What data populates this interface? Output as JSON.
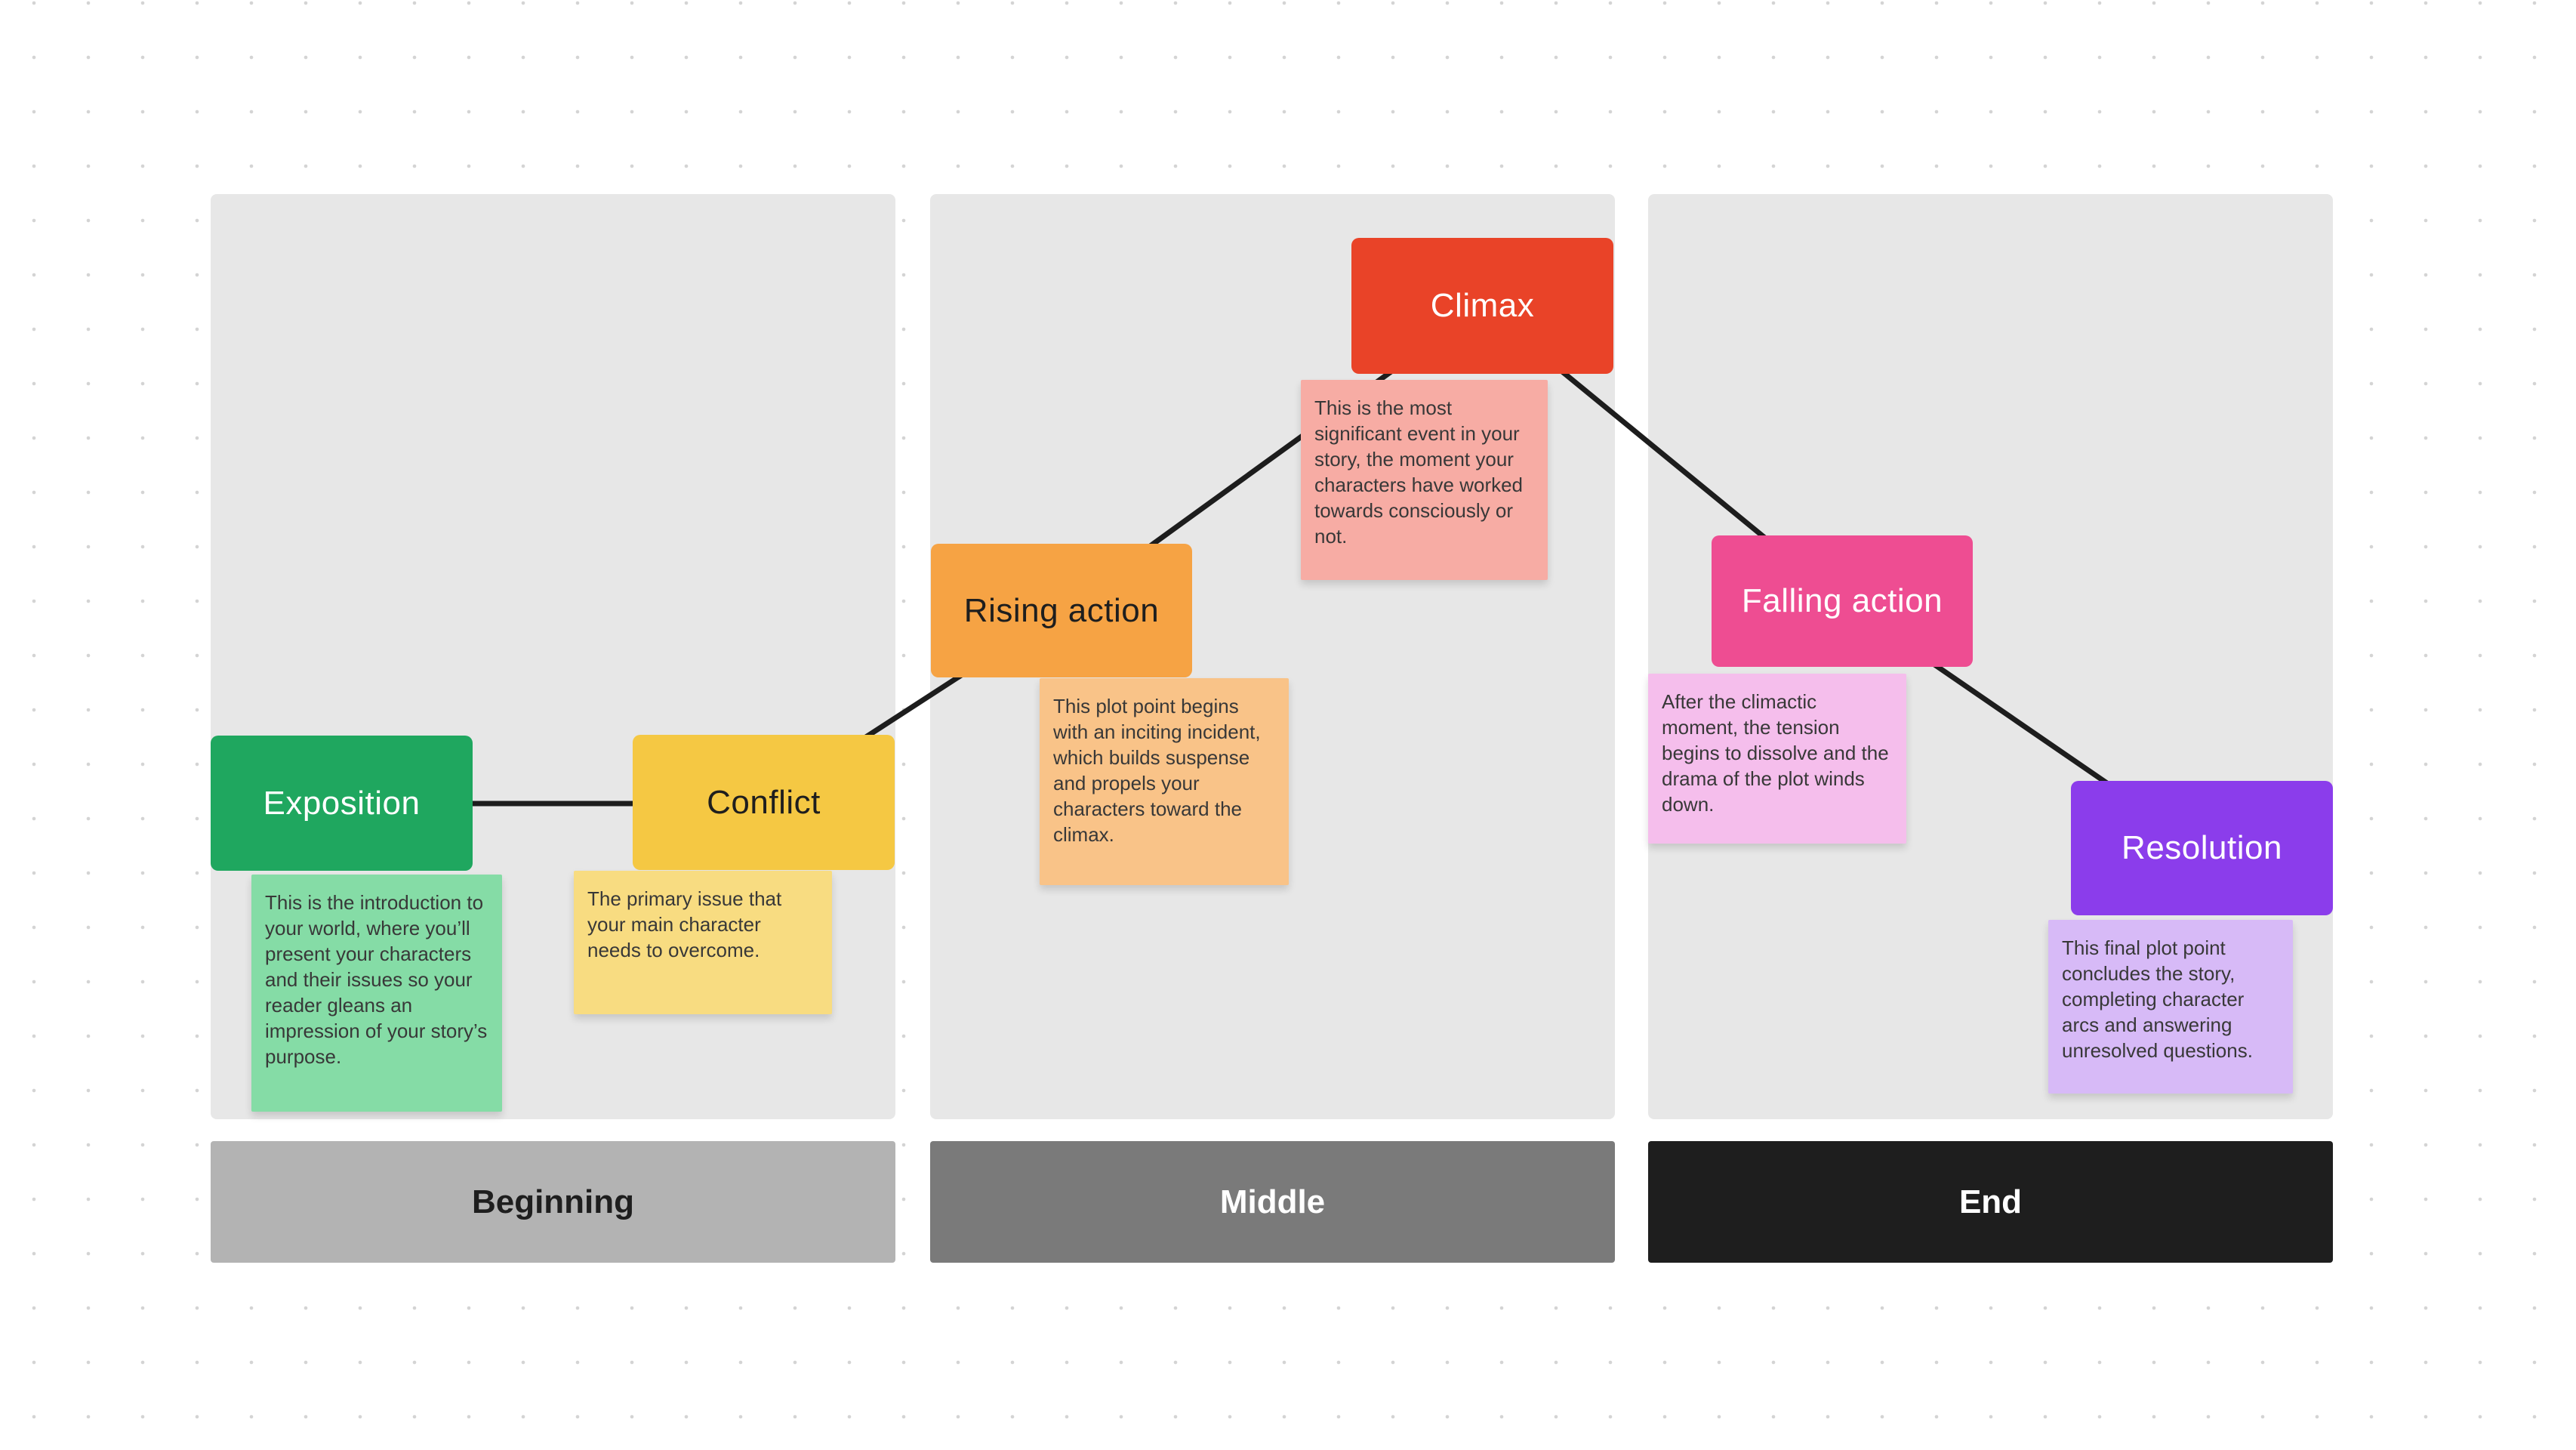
{
  "board": {
    "background_color": "#FFFFFF",
    "column_color": "#E7E7E7",
    "grid_dot_color": "#D4D4D4",
    "connector_color": "#1D1D1D"
  },
  "canvas": {
    "sections": [
      {
        "label": "Beginning",
        "bar_color": "#B3B3B3",
        "text_color": "#1E1E1E"
      },
      {
        "label": "Middle",
        "bar_color": "#7A7A7A",
        "text_color": "#FFFFFF"
      },
      {
        "label": "End",
        "bar_color": "#1E1E1E",
        "text_color": "#FFFFFF"
      }
    ],
    "nodes": [
      {
        "title": "Exposition",
        "note": "This is the introduction to your world, where you’ll present your characters and their issues so your reader gleans an impression of your story’s purpose.",
        "box_color": "#1FA75F",
        "box_text_color": "#FFFFFF",
        "sticky_color": "#85DCA6"
      },
      {
        "title": "Conflict",
        "note": "The primary issue that your main character needs to overcome.",
        "box_color": "#F5C843",
        "box_text_color": "#1E1E1E",
        "sticky_color": "#F8DC81"
      },
      {
        "title": "Rising action",
        "note": "This plot point begins with an inciting incident, which builds suspense and propels your characters toward the climax.",
        "box_color": "#F6A344",
        "box_text_color": "#1E1E1E",
        "sticky_color": "#F9C388"
      },
      {
        "title": "Climax",
        "note": "This is the most significant event in your story, the moment your characters have worked towards consciously or not.",
        "box_color": "#E94328",
        "box_text_color": "#FFFFFF",
        "sticky_color": "#F7ACA4"
      },
      {
        "title": "Falling action",
        "note": "After the climactic moment, the tension begins to dissolve and the drama of the plot winds down.",
        "box_color": "#EE4D92",
        "box_text_color": "#FFFFFF",
        "sticky_color": "#F5BEEC"
      },
      {
        "title": "Resolution",
        "note": "This final plot point concludes the story, completing character arcs and answering unresolved questions.",
        "box_color": "#8B3DEB",
        "box_text_color": "#FFFFFF",
        "sticky_color": "#D7BAF7"
      }
    ]
  }
}
